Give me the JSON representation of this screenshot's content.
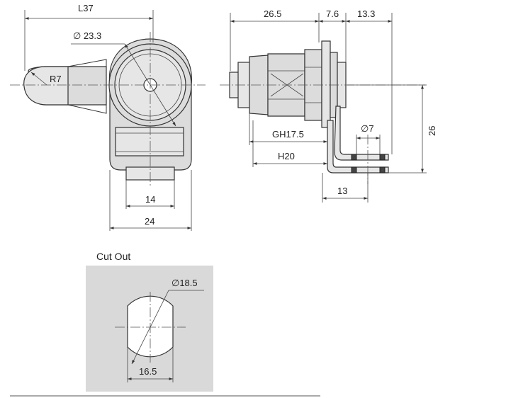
{
  "front_view": {
    "length_label": "L37",
    "diameter_label": "∅ 23.3",
    "radius_label": "R7",
    "width_inner_label": "14",
    "width_outer_label": "24"
  },
  "side_view": {
    "body_length_label": "26.5",
    "flange_label": "7.6",
    "cam_offset_label": "13.3",
    "grip_label": "GH17.5",
    "height_label": "H20",
    "cam_hole_label": "∅7",
    "cam_height_label": "26",
    "cam_length_label": "13"
  },
  "cutout": {
    "title": "Cut Out",
    "diameter_label": "∅18.5",
    "flat_width_label": "16.5"
  }
}
